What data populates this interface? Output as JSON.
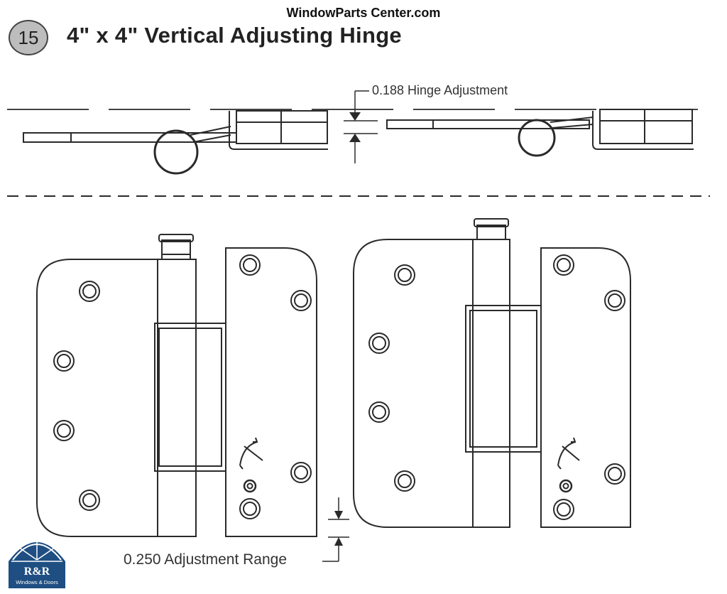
{
  "site_name": "WindowParts Center.com",
  "badge_number": "15",
  "title": "4\" x 4\" Vertical Adjusting Hinge",
  "labels": {
    "hinge_adjustment": "0.188 Hinge Adjustment",
    "adjustment_range": "0.250 Adjustment Range"
  },
  "logo": {
    "name": "R&R",
    "tagline": "Windows & Doors",
    "color": "#1f4e82"
  },
  "colors": {
    "line": "#2a2a2a",
    "badge": "#bdbdbd"
  }
}
